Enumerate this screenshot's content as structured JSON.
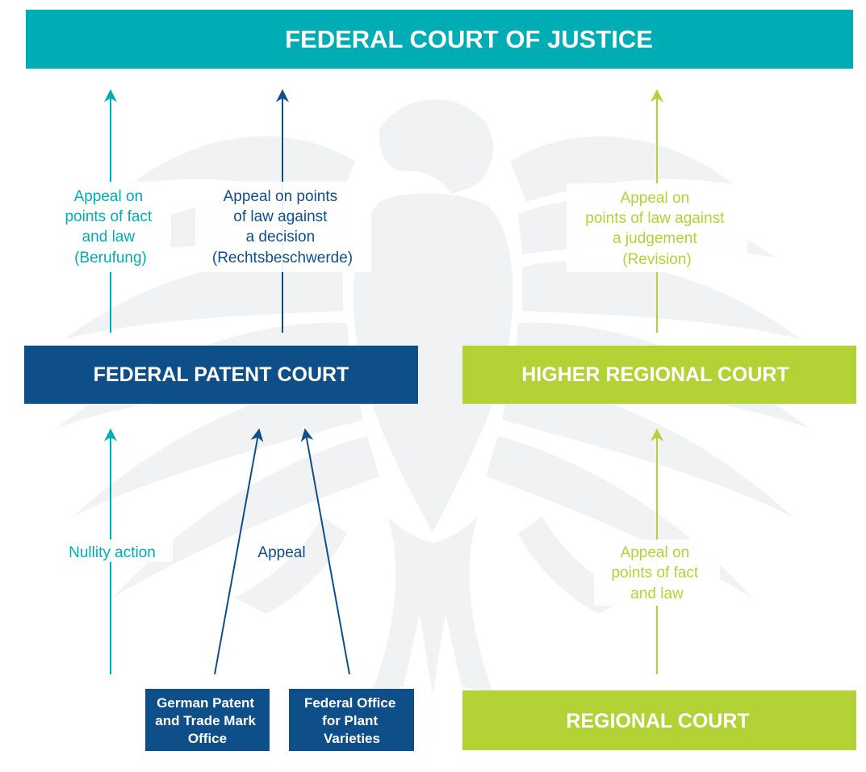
{
  "colors": {
    "teal": "#00adb5",
    "navy": "#0e4f8a",
    "lime": "#b2d235",
    "watermark": "#f0f1f3"
  },
  "watermark_icon": "federal-eagle-icon",
  "boxes": {
    "federal_court_of_justice": "FEDERAL COURT OF JUSTICE",
    "federal_patent_court": "FEDERAL PATENT COURT",
    "higher_regional_court": "HIGHER REGIONAL COURT",
    "regional_court": "REGIONAL COURT",
    "german_patent_office": [
      "German Patent",
      "and Trade Mark",
      "Office"
    ],
    "plant_varieties_office": [
      "Federal Office",
      "for Plant",
      "Varieties"
    ]
  },
  "labels": {
    "berufung": [
      "Appeal on",
      "points of fact",
      "and law",
      "(Berufung)"
    ],
    "rechtsbeschwerde": [
      "Appeal on points",
      "of law against",
      "a decision",
      "(Rechtsbeschwerde)"
    ],
    "revision": [
      "Appeal on",
      "points of law against",
      "a judgement",
      "(Revision)"
    ],
    "nullity": "Nullity action",
    "appeal": "Appeal",
    "regional_appeal": [
      "Appeal on",
      "points of fact",
      "and law"
    ]
  }
}
